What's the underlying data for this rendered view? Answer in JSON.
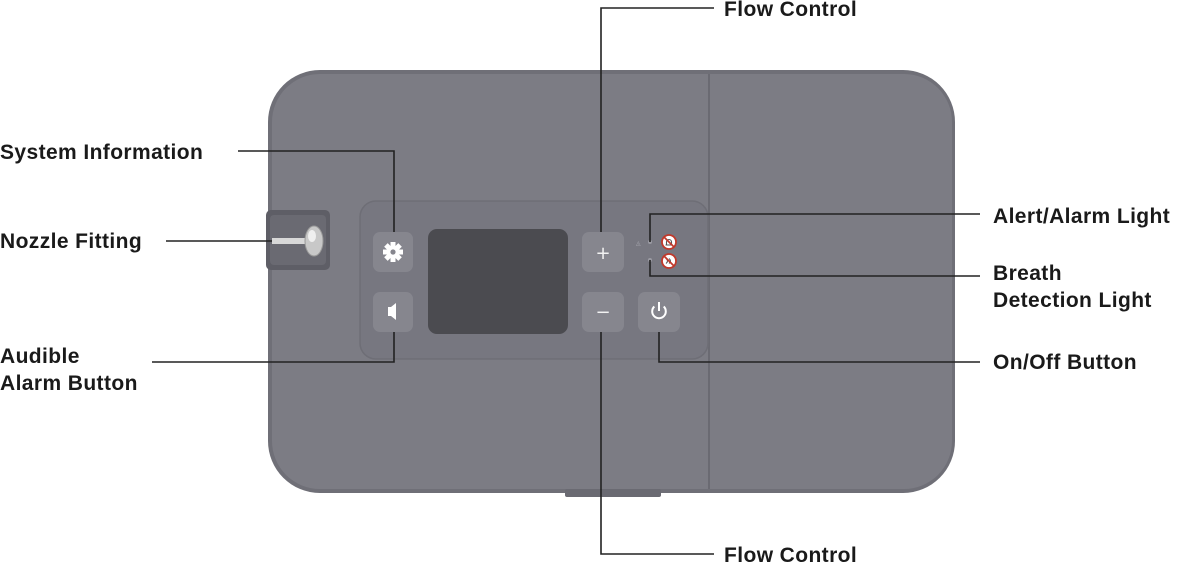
{
  "labels": {
    "flow_control_top": "Flow Control",
    "system_information": "System Information",
    "nozzle_fitting": "Nozzle Fitting",
    "audible_alarm_line1": "Audible",
    "audible_alarm_line2": "Alarm Button",
    "alert_alarm_light": "Alert/Alarm Light",
    "breath_line1": "Breath",
    "breath_line2": "Detection Light",
    "on_off_button": "On/Off Button",
    "flow_control_bottom": "Flow Control"
  },
  "buttons": {
    "plus": "+",
    "minus": "−"
  },
  "colors": {
    "device_body": "#7c7c84",
    "device_edge": "#6c6c74",
    "panel": "#777780",
    "screen": "#4b4b50",
    "leader_line": "#222222",
    "indicator_red": "#c0392b"
  },
  "icons": [
    "gear-icon",
    "speaker-icon",
    "power-icon",
    "alarm-crossed-icon",
    "breath-crossed-icon"
  ]
}
